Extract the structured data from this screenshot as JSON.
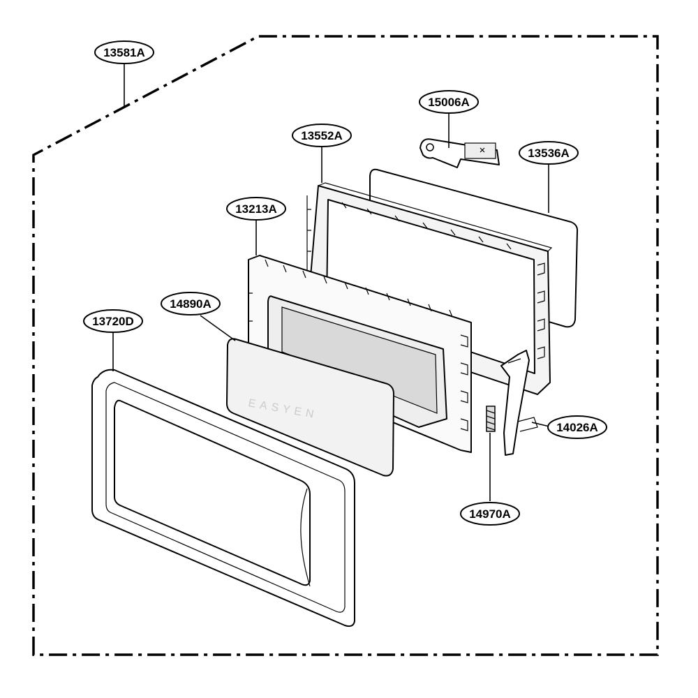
{
  "diagram": {
    "callouts": [
      {
        "id": "c1",
        "label": "13581A"
      },
      {
        "id": "c2",
        "label": "15006A"
      },
      {
        "id": "c3",
        "label": "13552A"
      },
      {
        "id": "c4",
        "label": "13536A"
      },
      {
        "id": "c5",
        "label": "13213A"
      },
      {
        "id": "c6",
        "label": "14890A"
      },
      {
        "id": "c7",
        "label": "13720D"
      },
      {
        "id": "c8",
        "label": "14026A"
      },
      {
        "id": "c9",
        "label": "14970A"
      }
    ],
    "watermark": "EASYEN"
  }
}
